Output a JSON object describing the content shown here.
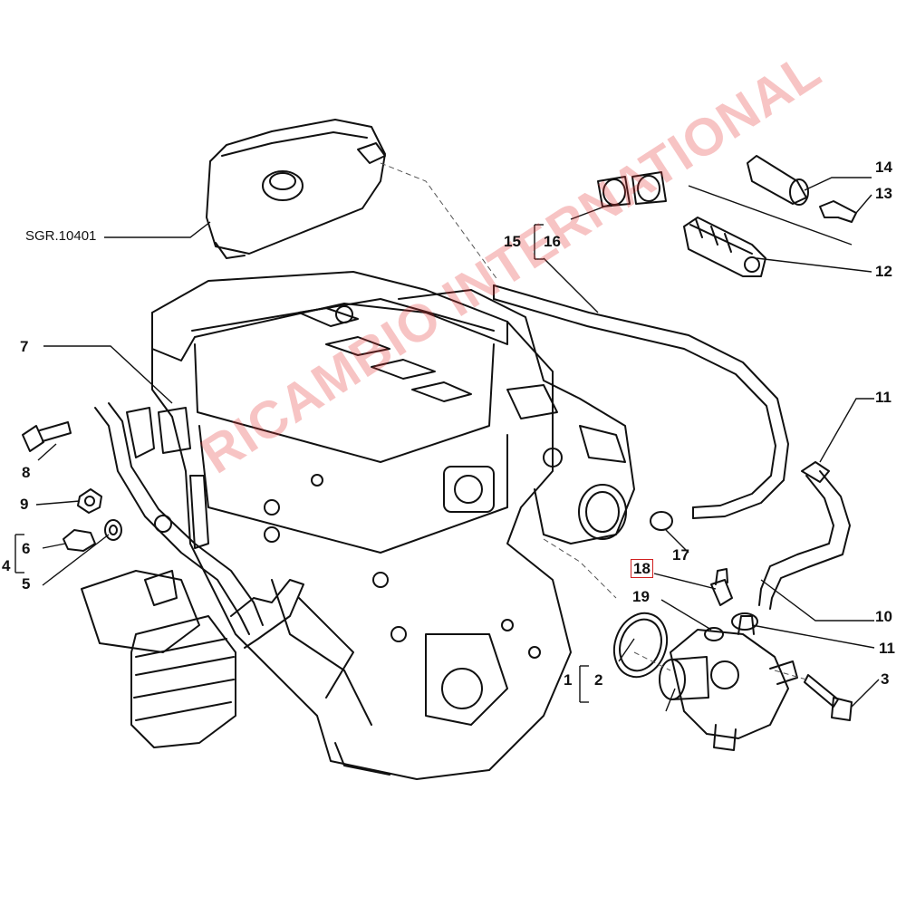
{
  "reference_label": "SGR.10401",
  "callouts": {
    "c1": "1",
    "c2": "2",
    "c3": "3",
    "c4": "4",
    "c5": "5",
    "c6": "6",
    "c7": "7",
    "c8": "8",
    "c9": "9",
    "c10": "10",
    "c11a": "11",
    "c11b": "11",
    "c12": "12",
    "c13": "13",
    "c14": "14",
    "c15": "15",
    "c16": "16",
    "c17": "17",
    "c18": "18",
    "c19": "19"
  },
  "highlighted_part": "18",
  "watermark": "RICAMBIO INTERNATIONAL",
  "colors": {
    "line": "#111111",
    "highlight_box": "#d12020",
    "watermark": "#e63c3c"
  }
}
